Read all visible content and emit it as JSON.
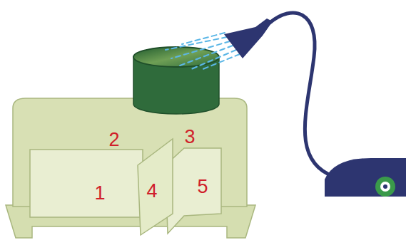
{
  "diagram": {
    "labels": [
      "2",
      "3",
      "1",
      "4",
      "5"
    ]
  }
}
